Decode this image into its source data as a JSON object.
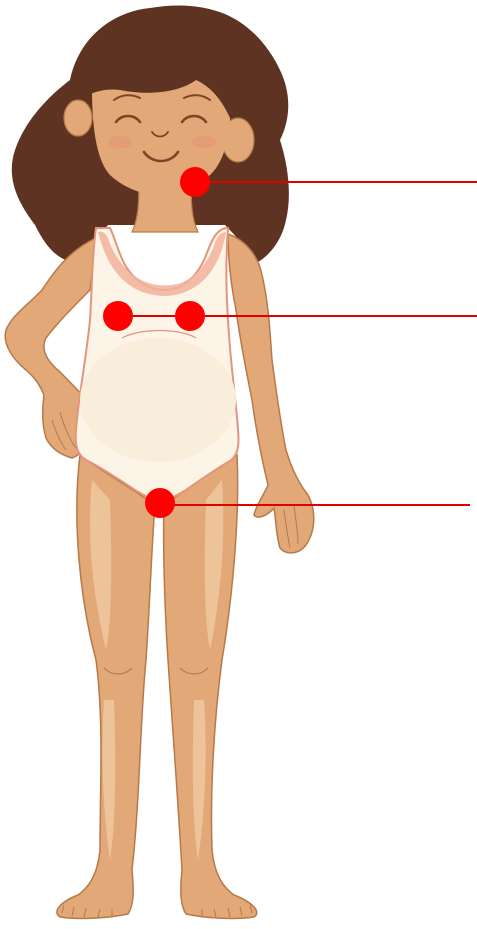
{
  "colors": {
    "background": "#ffffff",
    "hair": "#5e3321",
    "hair_dark": "#4a2718",
    "skin": "#e3a877",
    "skin_light": "#efc9a0",
    "skin_outline": "#b67a4a",
    "swimsuit": "#fdf4e8",
    "swimsuit_belly": "#f9eedb",
    "swimsuit_trim": "#f2b29a",
    "swimsuit_outline": "#e3957c",
    "feature": "#7a4529",
    "blush": "#e48f76",
    "marker": "#ff0000",
    "pointer_line": "#e00000"
  },
  "figure": {
    "subject": "child-body",
    "markers": [
      {
        "id": "chin-marker"
      },
      {
        "id": "chest-left-marker"
      },
      {
        "id": "chest-right-marker"
      },
      {
        "id": "groin-marker"
      }
    ],
    "pointers": [
      {
        "id": "chin-pointer-line"
      },
      {
        "id": "chest-pointer-line"
      },
      {
        "id": "groin-pointer-line"
      }
    ]
  }
}
